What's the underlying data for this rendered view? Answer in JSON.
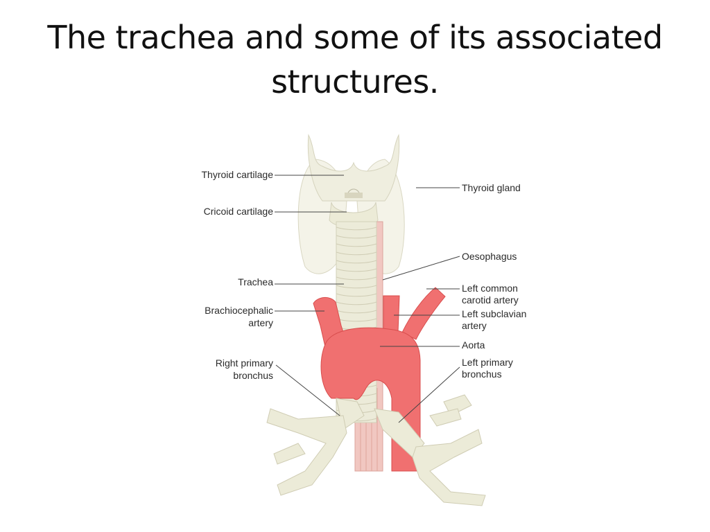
{
  "slide": {
    "title_line1": "The trachea and some of its associated",
    "title_line2": "structures."
  },
  "labels": {
    "thyroid_cartilage": "Thyroid cartilage",
    "cricoid_cartilage": "Cricoid cartilage",
    "trachea": "Trachea",
    "brachiocephalic_1": "Brachiocephalic",
    "brachiocephalic_2": "artery",
    "right_primary_1": "Right primary",
    "right_primary_2": "bronchus",
    "thyroid_gland": "Thyroid gland",
    "oesophagus": "Oesophagus",
    "left_common_1": "Left common",
    "left_common_2": "carotid artery",
    "left_subclavian_1": "Left subclavian",
    "left_subclavian_2": "artery",
    "aorta": "Aorta",
    "left_primary_1": "Left primary",
    "left_primary_2": "bronchus"
  },
  "colors": {
    "artery": "#f06a6a",
    "cartilage": "#ecebd8",
    "thyroid": "#f3f2e6",
    "bronchi": "#e9e8d6",
    "oesophagus": "#e8a6a0"
  }
}
